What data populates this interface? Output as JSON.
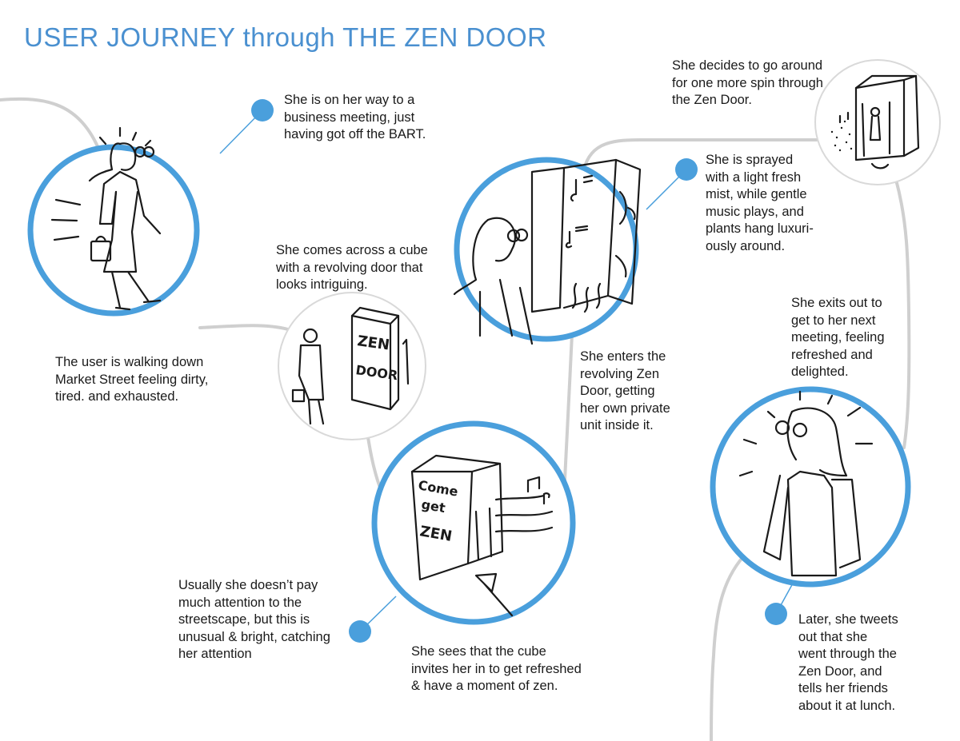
{
  "title": "USER JOURNEY through THE ZEN DOOR",
  "steps": [
    {
      "id": "step-walking",
      "lines": [
        "The user is walking down",
        "Market Street feeling dirty,",
        "tired. and exhausted."
      ]
    },
    {
      "id": "step-on-way",
      "lines": [
        "She is on her way to a",
        "business meeting, just",
        "having got off the BART."
      ]
    },
    {
      "id": "step-cube",
      "lines": [
        "She comes across a cube",
        "with a revolving door that",
        "looks intriguing."
      ]
    },
    {
      "id": "step-attention",
      "lines": [
        "Usually she doesn’t pay",
        "much attention to the",
        "streetscape, but this is",
        "unusual & bright, catching",
        "her attention"
      ]
    },
    {
      "id": "step-invite",
      "lines": [
        "She sees that the cube",
        "invites her in to get refreshed",
        "& have a moment of zen."
      ]
    },
    {
      "id": "step-enter",
      "lines": [
        "She enters the",
        "revolving Zen",
        "Door, getting",
        "her own private",
        "unit inside it."
      ]
    },
    {
      "id": "step-sprayed",
      "lines": [
        "She is sprayed",
        "with a light fresh",
        "mist, while gentle",
        "music plays, and",
        "plants hang luxuri-",
        "ously around."
      ]
    },
    {
      "id": "step-spin",
      "lines": [
        "She decides to go around",
        "for one more spin through",
        "the Zen Door."
      ]
    },
    {
      "id": "step-exit",
      "lines": [
        "She exits out to",
        "get to her next",
        "meeting, feeling",
        "refreshed and",
        "delighted."
      ]
    },
    {
      "id": "step-tweet",
      "lines": [
        "Later, she tweets",
        "out that she",
        "went through the",
        "Zen Door, and",
        "tells her friends",
        "about it at lunch."
      ]
    }
  ],
  "sketch_text": {
    "sign_zen": "ZEN",
    "sign_door": "DOOR",
    "cube_come": "Come",
    "cube_get": "get",
    "cube_zen": "ZEN"
  },
  "colors": {
    "accent": "#4a9fdc",
    "path": "#cfcfcf",
    "ink": "#1a1a1a"
  }
}
